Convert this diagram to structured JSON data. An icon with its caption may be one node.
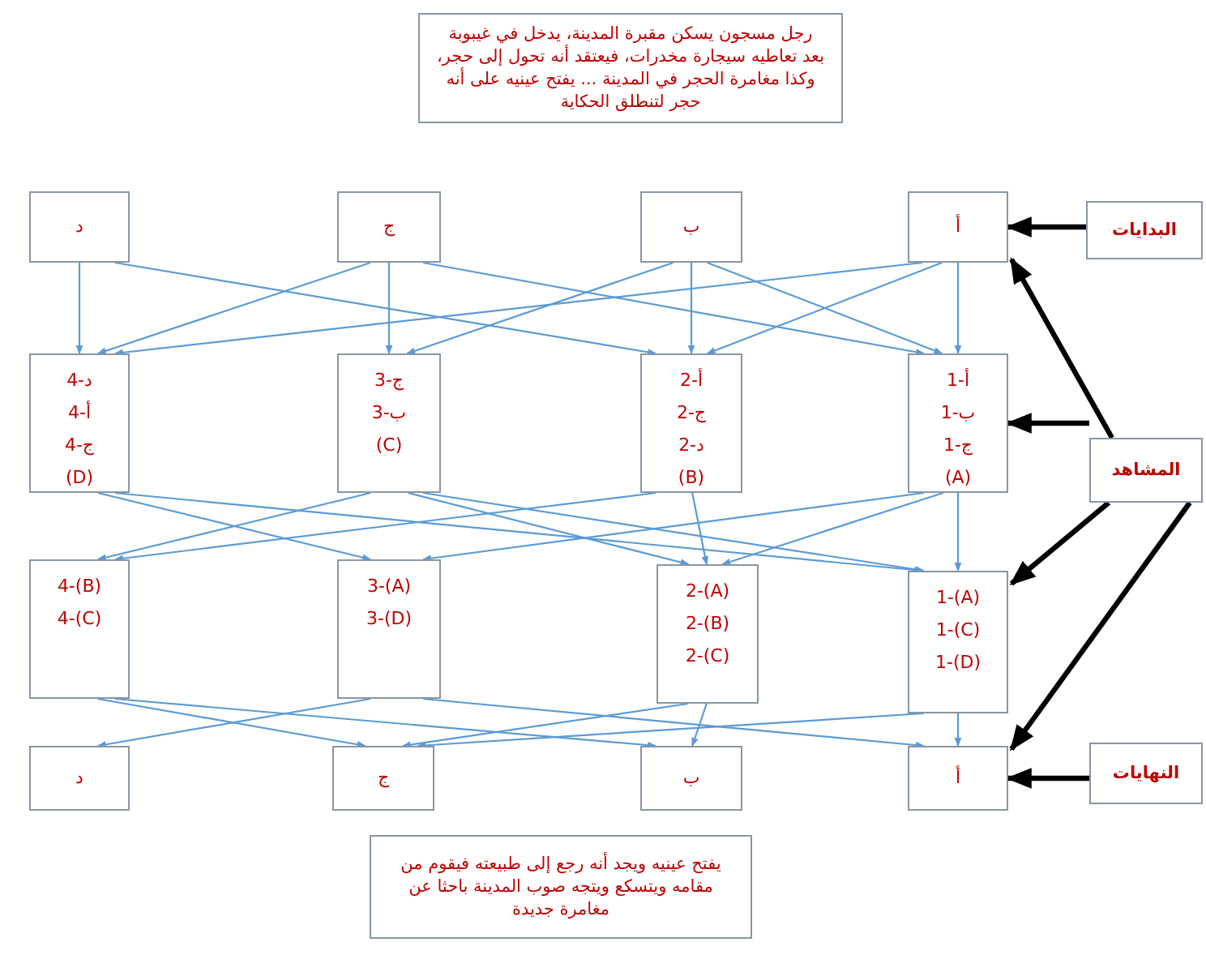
{
  "diagram": {
    "nodes": [
      {
        "text": [
          "رجل مسجون يسكن مقبرة المدينة، يدخل في غيبوبة بعد تعاطيه سيجارة مخدرات، فيعتقد أنه تحول إلى حجر، وكذا مغامرة الحجر في المدينة ... يفتح عينيه على أنه حجر لتنطلق الحكاية"
        ]
      },
      {
        "text": [
          "البدايات"
        ]
      },
      {
        "text": [
          "أ"
        ]
      },
      {
        "text": [
          "ب"
        ]
      },
      {
        "text": [
          "ج"
        ]
      },
      {
        "text": [
          "د"
        ]
      },
      {
        "text": [
          "1-أ",
          "1-ب",
          "1-ج",
          "(A)"
        ]
      },
      {
        "text": [
          "2-أ",
          "2-ج",
          "2-د",
          "(B)"
        ]
      },
      {
        "text": [
          "3-ج",
          "3-ب",
          "(C)"
        ]
      },
      {
        "text": [
          "4-د",
          "4-أ",
          "4-ج",
          "(D)"
        ]
      },
      {
        "text": [
          "المشاهد"
        ]
      },
      {
        "text": [
          "1-(A)",
          "1-(C)",
          "1-(D)"
        ]
      },
      {
        "text": [
          "2-(A)",
          "2-(B)",
          "2-(C)"
        ]
      },
      {
        "text": [
          "3-(A)",
          "3-(D)"
        ]
      },
      {
        "text": [
          "4-(B)",
          "4-(C)"
        ]
      },
      {
        "text": [
          "النهايات"
        ]
      },
      {
        "text": [
          "أ"
        ]
      },
      {
        "text": [
          "ب"
        ]
      },
      {
        "text": [
          "ج"
        ]
      },
      {
        "text": [
          "د"
        ]
      },
      {
        "text": [
          "يفتح عينيه ويجد أنه رجع إلى طبيعته فيقوم من مقامه ويتسكع ويتجه صوب المدينة باحثا عن مغامرة جديدة"
        ]
      }
    ],
    "edges": [
      {
        "from": 2,
        "to": 6,
        "arrow": "to"
      },
      {
        "from": 2,
        "to": 7,
        "arrow": "to"
      },
      {
        "from": 2,
        "to": 9,
        "arrow": "to"
      },
      {
        "from": 3,
        "to": 6,
        "arrow": "to"
      },
      {
        "from": 3,
        "to": 7,
        "arrow": "to"
      },
      {
        "from": 3,
        "to": 8,
        "arrow": "to"
      },
      {
        "from": 4,
        "to": 6,
        "arrow": "to"
      },
      {
        "from": 4,
        "to": 8,
        "arrow": "to"
      },
      {
        "from": 4,
        "to": 9,
        "arrow": "to"
      },
      {
        "from": 5,
        "to": 7,
        "arrow": "to"
      },
      {
        "from": 5,
        "to": 9,
        "arrow": "to"
      },
      {
        "from": 6,
        "to": 11,
        "arrow": "to"
      },
      {
        "from": 6,
        "to": 12,
        "arrow": "to"
      },
      {
        "from": 6,
        "to": 13,
        "arrow": "to"
      },
      {
        "from": 7,
        "to": 12,
        "arrow": "to"
      },
      {
        "from": 7,
        "to": 14,
        "arrow": "to"
      },
      {
        "from": 8,
        "to": 11,
        "arrow": "to"
      },
      {
        "from": 8,
        "to": 12,
        "arrow": "to"
      },
      {
        "from": 8,
        "to": 14,
        "arrow": "to"
      },
      {
        "from": 9,
        "to": 11,
        "arrow": "to"
      },
      {
        "from": 9,
        "to": 13,
        "arrow": "to"
      },
      {
        "from": 11,
        "to": 16,
        "arrow": "to"
      },
      {
        "from": 11,
        "to": 18,
        "arrow": "to"
      },
      {
        "from": 12,
        "to": 17,
        "arrow": "to"
      },
      {
        "from": 12,
        "to": 18,
        "arrow": "to"
      },
      {
        "from": 13,
        "to": 19,
        "arrow": "to"
      },
      {
        "from": 13,
        "to": 16,
        "arrow": "to"
      },
      {
        "from": 14,
        "to": 18,
        "arrow": "to"
      },
      {
        "from": 14,
        "to": 17,
        "arrow": "to"
      },
      {
        "from": 1,
        "to": 2,
        "arrow": "to",
        "style": "thick",
        "color": "#000000"
      },
      {
        "from": 10,
        "to": 2,
        "arrow": "to",
        "style": "thick",
        "color": "#000000"
      },
      {
        "from": 10,
        "to": 6,
        "arrow": "to",
        "style": "thick",
        "color": "#000000"
      },
      {
        "from": 10,
        "to": 11,
        "arrow": "to",
        "style": "thick",
        "color": "#000000"
      },
      {
        "from": 10,
        "to": 16,
        "arrow": "to",
        "style": "thick",
        "color": "#000000"
      },
      {
        "from": 15,
        "to": 16,
        "arrow": "to",
        "style": "thick",
        "color": "#000000"
      }
    ]
  }
}
